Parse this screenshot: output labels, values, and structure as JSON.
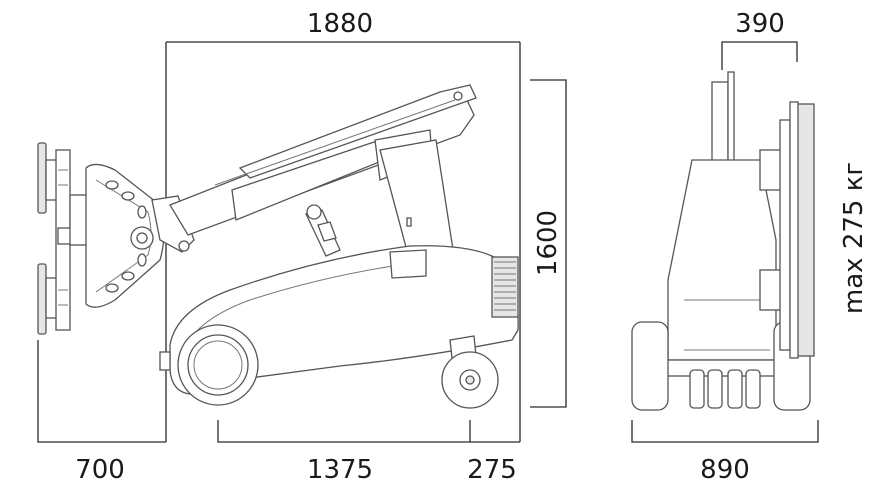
{
  "dimensions": {
    "overall_length": "1880",
    "front_overhang": "700",
    "wheelbase": "1375",
    "rear_overhang": "275",
    "height": "1600",
    "head_width": "390",
    "track_width": "890",
    "max_load": "max 275 кг"
  }
}
